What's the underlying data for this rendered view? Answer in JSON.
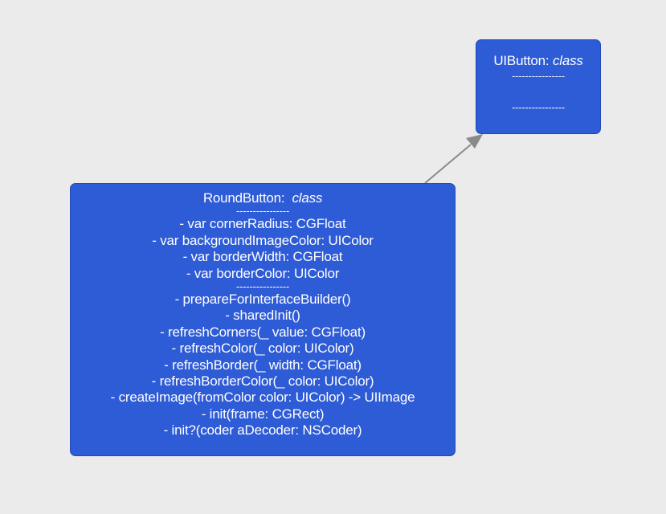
{
  "diagram": {
    "nodes": [
      {
        "id": "UIButton",
        "name": "UIButton:",
        "kind": "class",
        "separator": "----------------",
        "attributes": [],
        "methods": []
      },
      {
        "id": "RoundButton",
        "name": "RoundButton:",
        "kind": "class",
        "separator": "----------------",
        "attributes": [
          "- var cornerRadius: CGFloat",
          "- var backgroundImageColor: UIColor",
          "- var borderWidth: CGFloat",
          "- var borderColor: UIColor"
        ],
        "methods": [
          "- prepareForInterfaceBuilder()",
          "- sharedInit()",
          "- refreshCorners(_ value: CGFloat)",
          "- refreshColor(_ color: UIColor)",
          "- refreshBorder(_ width: CGFloat)",
          "- refreshBorderColor(_ color: UIColor)",
          "- createImage(fromColor color: UIColor) -> UIImage",
          "- init(frame: CGRect)",
          "- init?(coder aDecoder: NSCoder)"
        ]
      }
    ],
    "edges": [
      {
        "from": "RoundButton",
        "to": "UIButton",
        "type": "inheritance"
      }
    ],
    "colors": {
      "background": "#ebebeb",
      "node_fill": "#2e5bd6",
      "node_border": "#2148b8",
      "node_text": "#ffffff",
      "edge": "#8a8a8a"
    }
  }
}
